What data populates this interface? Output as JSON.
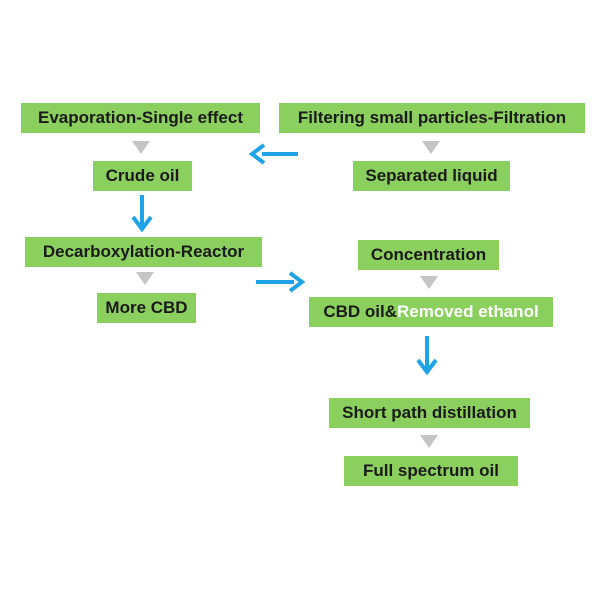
{
  "boxes": {
    "evaporation": "Evaporation-Single effect",
    "filtering": "Filtering small particles-Filtration",
    "crude_oil": "Crude oil",
    "separated_liquid": "Separated liquid",
    "decarboxylation": "Decarboxylation-Reactor",
    "concentration": "Concentration",
    "more_cbd": "More CBD",
    "cbd_oil_prefix": "CBD oil&",
    "cbd_oil_highlight": "Removed ethanol",
    "short_path": "Short path distillation",
    "full_spectrum": "Full spectrum oil"
  },
  "colors": {
    "box_fill": "#8bcf5e",
    "box_text": "#1a1a1a",
    "highlight_text": "#ffffff",
    "arrow": "#1ea3e6",
    "connector_triangle": "#c4c4c4"
  }
}
